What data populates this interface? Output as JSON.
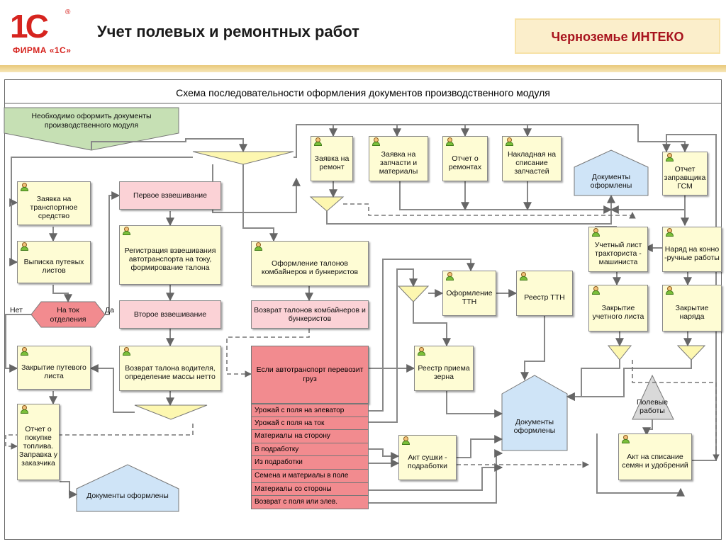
{
  "header": {
    "logo_mark": "1С",
    "logo_text": "ФИРМА «1С»",
    "title": "Учет полевых и ремонтных работ",
    "org": "Черноземье ИНТЕКО"
  },
  "diagram": {
    "title": "Схема последовательности оформления документов производственного модуля",
    "start": "Необходимо оформить документы производственного модуля",
    "nodes": {
      "zayavka_ts": "Заявка на транспортное средство",
      "vypiska": "Выписка путевых листов",
      "zakrytie_put": "Закрытие путевого листа",
      "otchet_toplivo": "Отчет о покупке топлива. Заправка у заказчика",
      "registraciya": "Регистрация взвешивания автотранспорта на току, формирование талона",
      "vozvrat_talona": "Возврат талона водителя, определение массы нетто",
      "oformlenie_talonov": "Оформление талонов комбайнеров и бункеристов",
      "zayavka_remont": "Заявка на ремонт",
      "zayavka_zapchasti": "Заявка на запчасти и материалы",
      "otchet_remont": "Отчет о ремонтах",
      "nakladnaya": "Накладная на списание запчастей",
      "otchet_gsm": "Отчет заправщика ГСМ",
      "uchetny_list": "Учетный лист тракториста - машиниста",
      "naryad": "Наряд на конно -ручные работы",
      "zakrytie_ucheta": "Закрытие учетного листа",
      "zakrytie_naryada": "Закрытие наряда",
      "oformlenie_ttn": "Оформление ТТН",
      "reestr_ttn": "Реестр ТТН",
      "reestr_zerna": "Реестр приема зерна",
      "akt_sushki": "Акт сушки - подработки",
      "akt_spisanie": "Акт на списание семян и удобрений"
    },
    "pink": {
      "pervoe": "Первое взвешивание",
      "vtoroe": "Второе взвешивание",
      "vozvrat_talonov": "Возврат талонов комбайнеров и бункеристов"
    },
    "decision": {
      "label": "На ток отделения",
      "no": "Нет",
      "yes": "Да"
    },
    "docs_done": {
      "top": "Документы оформлены",
      "center": "Документы оформлены",
      "bottom": "Документы оформлены"
    },
    "field_works": "Полевые работы",
    "condition": {
      "title": "Если автотранспорт перевозит груз",
      "items": [
        "Урожай с поля на элеватор",
        "Урожай с поля на ток",
        "Материалы на сторону",
        "В подработку",
        "Из подработки",
        "Семена и материалы в поле",
        "Материалы со стороны",
        "Возврат с поля или элев."
      ]
    }
  },
  "colors": {
    "node_fill": "#fefcd4",
    "pink_fill": "#fbd2d6",
    "condition_fill": "#f28b8f",
    "start_fill": "#c6e0b4",
    "doc_fill": "#cfe4f7",
    "merge_fill": "#fdf7b0",
    "accent_red": "#d6241f"
  }
}
